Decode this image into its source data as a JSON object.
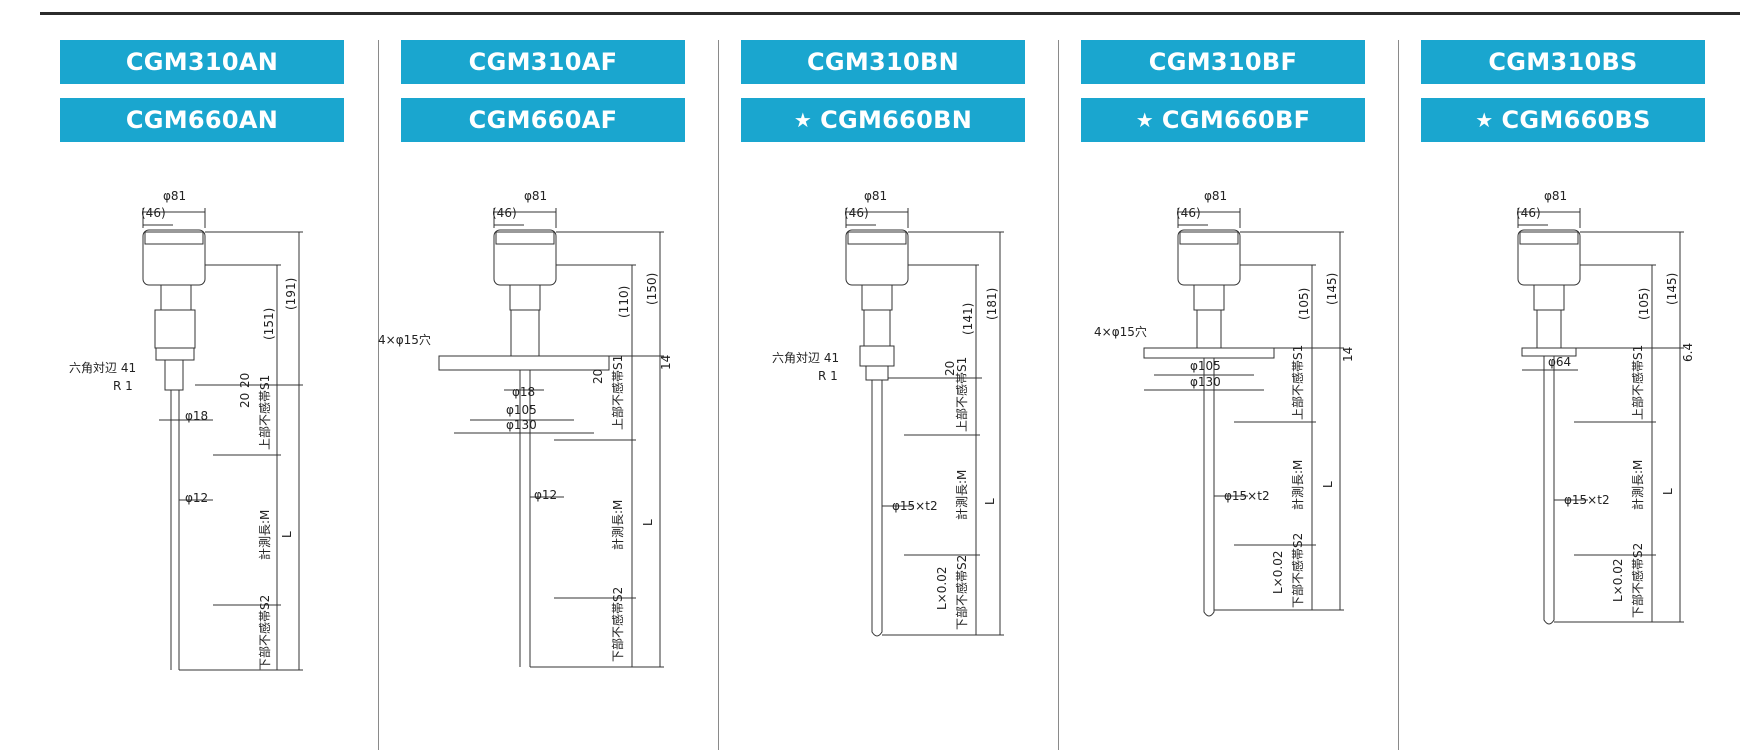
{
  "models": [
    {
      "top": "CGM310AN",
      "bottom": "CGM660AN",
      "bottom_star": false,
      "dims": {
        "dia": "φ81",
        "half": "(46)",
        "overall": "(191)",
        "upper": "(151)",
        "hex": "六角対辺 41",
        "thread": "R 1",
        "d20a": "20",
        "d20b": "20",
        "neck": "φ18",
        "rod": "φ12",
        "s1": "上部不感帯S1",
        "m": "計測長:M",
        "l": "L",
        "s2": "下部不感帯S2"
      }
    },
    {
      "top": "CGM310AF",
      "bottom": "CGM660AF",
      "bottom_star": false,
      "dims": {
        "dia": "φ81",
        "half": "(46)",
        "overall": "(150)",
        "upper": "(110)",
        "holes": "4×φ15穴",
        "flange_t": "14",
        "d20": "20",
        "neck": "φ18",
        "pcd": "φ105",
        "fl": "φ130",
        "rod": "φ12",
        "s1": "上部不感帯S1",
        "m": "計測長:M",
        "l": "L",
        "s2": "下部不感帯S2"
      }
    },
    {
      "top": "CGM310BN",
      "bottom": "CGM660BN",
      "bottom_star": true,
      "dims": {
        "dia": "φ81",
        "half": "(46)",
        "overall": "(181)",
        "upper": "(141)",
        "hex": "六角対辺 41",
        "thread": "R 1",
        "d20": "20",
        "rod": "φ15×t2",
        "coat": "L×0.02",
        "s1": "上部不感帯S1",
        "m": "計測長:M",
        "l": "L",
        "s2": "下部不感帯S2"
      }
    },
    {
      "top": "CGM310BF",
      "bottom": "CGM660BF",
      "bottom_star": true,
      "dims": {
        "dia": "φ81",
        "half": "(46)",
        "overall": "(145)",
        "upper": "(105)",
        "holes": "4×φ15穴",
        "flange_t": "14",
        "pcd": "φ105",
        "fl": "φ130",
        "rod": "φ15×t2",
        "coat": "L×0.02",
        "s1": "上部不感帯S1",
        "m": "計測長:M",
        "l": "L",
        "s2": "下部不感帯S2"
      }
    },
    {
      "top": "CGM310BS",
      "bottom": "CGM660BS",
      "bottom_star": true,
      "dims": {
        "dia": "φ81",
        "half": "(46)",
        "overall": "(145)",
        "upper": "(105)",
        "ferrule_t": "6.4",
        "ferrule": "φ64",
        "rod": "φ15×t2",
        "coat": "L×0.02",
        "s1": "上部不感帯S1",
        "m": "計測長:M",
        "l": "L",
        "s2": "下部不感帯S2"
      }
    }
  ],
  "star_symbol": "★",
  "colors": {
    "label_bg": "#1aa6cf",
    "label_text": "#ffffff",
    "line": "#333333"
  }
}
